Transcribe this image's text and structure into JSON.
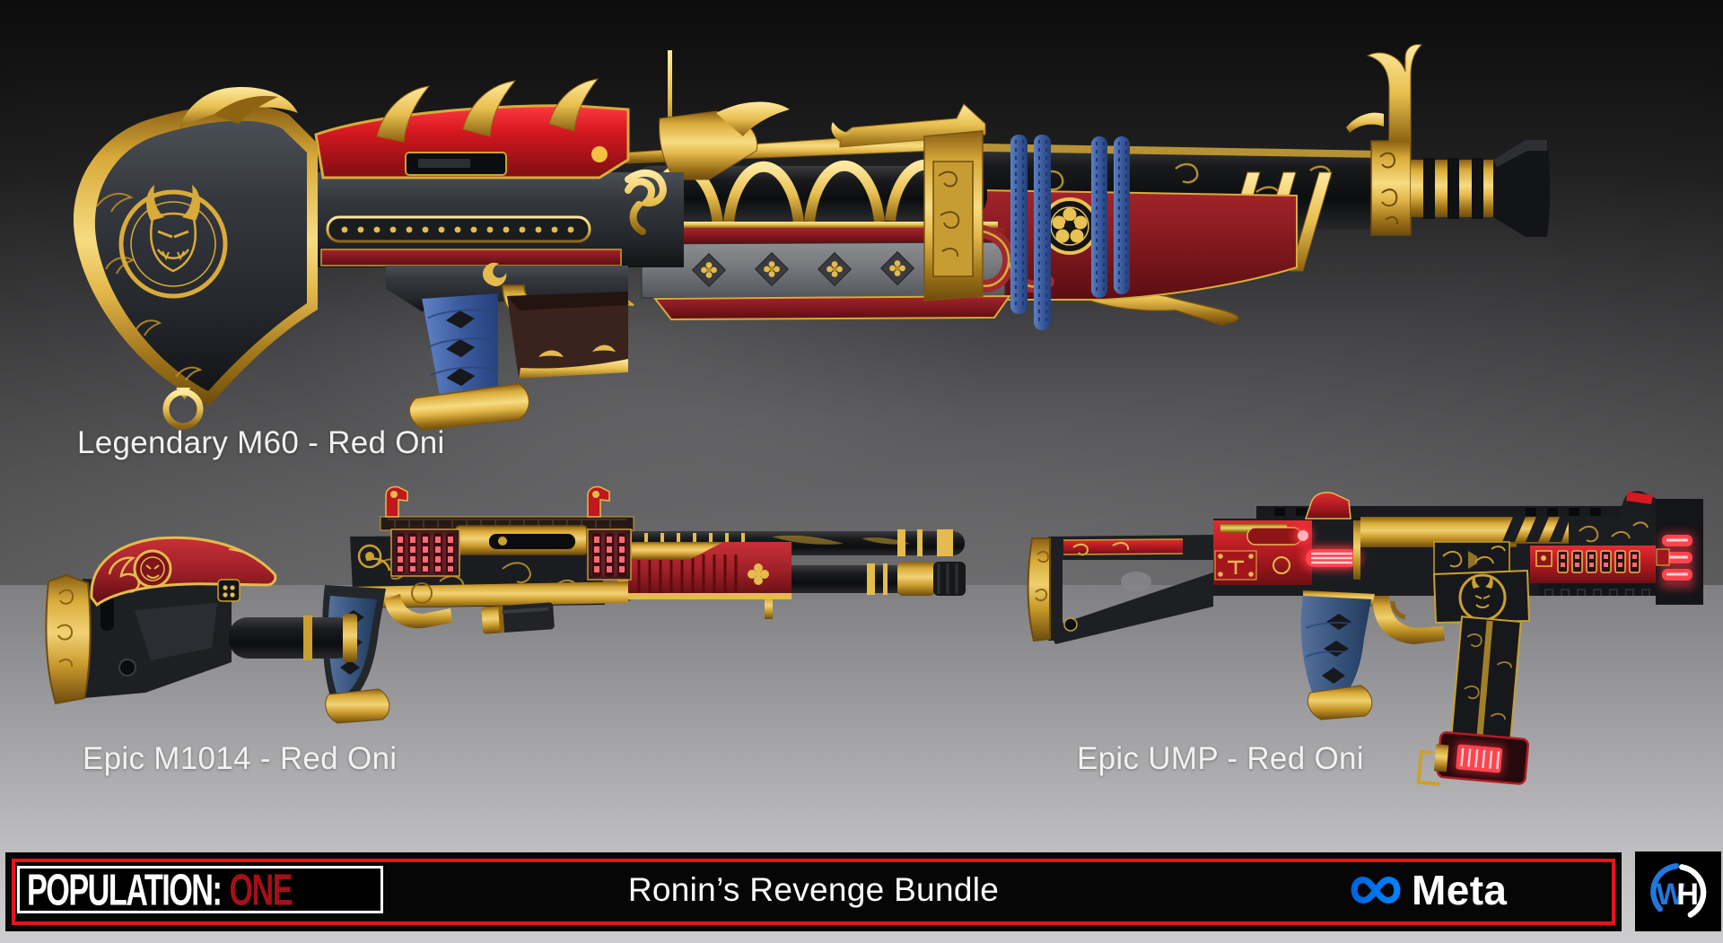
{
  "weapons": [
    {
      "id": "m60",
      "label": "Legendary M60 - Red Oni"
    },
    {
      "id": "m1014",
      "label": "Epic M1014 - Red Oni"
    },
    {
      "id": "ump",
      "label": "Epic UMP - Red Oni"
    }
  ],
  "footer": {
    "game_logo": {
      "population": "POPULATION:",
      "one": "ONE"
    },
    "bundle_title": "Ronin’s Revenge Bundle",
    "meta": {
      "label": "Meta"
    },
    "wh_monogram": {
      "w": "W",
      "h": "H"
    }
  },
  "colors": {
    "bar_red": "#e6131c",
    "logo_one_red": "#a31017",
    "meta_blue_start": "#0064e0",
    "meta_blue_end": "#0082fb",
    "skin_gold": "#d9ab3a",
    "skin_red": "#c0181c",
    "rope_blue": "#3a5a9e",
    "glow_red": "#ff4450"
  }
}
